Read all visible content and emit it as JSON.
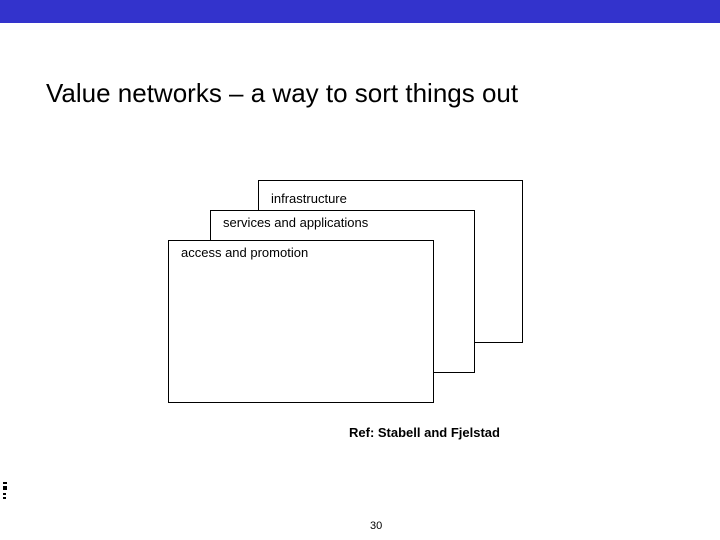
{
  "slide": {
    "title": "Value networks – a way to sort things out",
    "page_number": "30",
    "reference": "Ref: Stabell and Fjelstad",
    "colors": {
      "top_bar": "#3333cc",
      "background": "#ffffff"
    }
  },
  "diagram": {
    "layers": [
      {
        "label": "infrastructure"
      },
      {
        "label": "services and applications"
      },
      {
        "label": "access and promotion"
      }
    ]
  }
}
